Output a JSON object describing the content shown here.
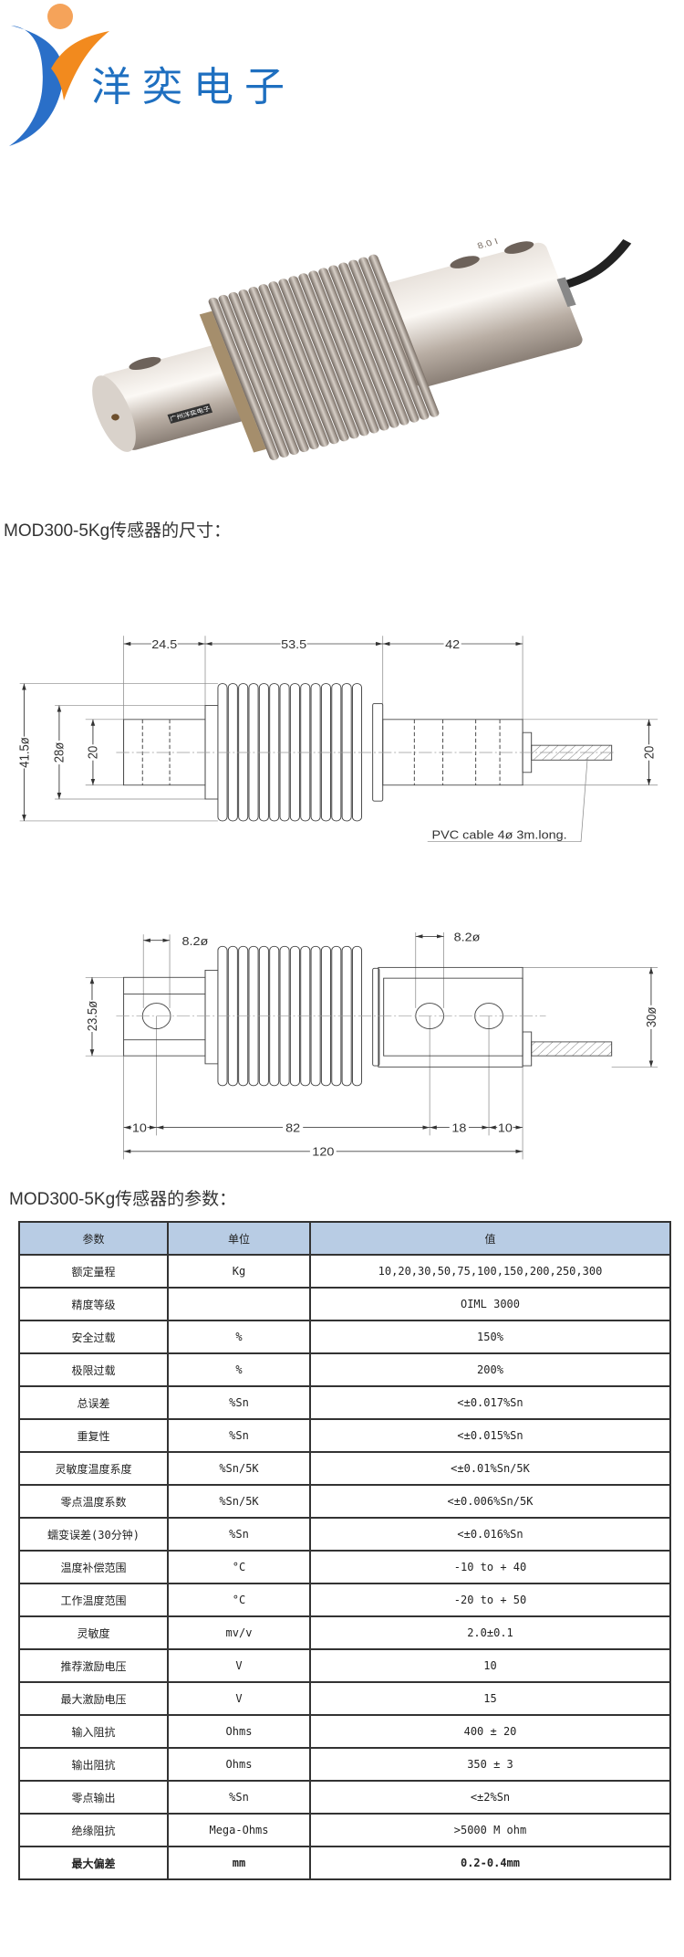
{
  "logo": {
    "company_name": "洋奕电子",
    "brand_colors": {
      "blue": "#1e6fc0",
      "orange": "#f28a1e",
      "ball": "#f5a35a"
    }
  },
  "photo": {
    "product_label": "广州洋奕电子",
    "engraving": "8.0 I"
  },
  "sections": {
    "dimensions_title": "MOD300-5Kg传感器的尺寸：",
    "parameters_title": "MOD300-5Kg传感器的参数："
  },
  "drawing_top": {
    "dim_24_5": "24.5",
    "dim_53_5": "53.5",
    "dim_42": "42",
    "dim_41_5": "41.5ø",
    "dim_28": "28ø",
    "dim_20_left": "20",
    "dim_20_right": "20",
    "cable_note": "PVC cable 4ø 3m.long."
  },
  "drawing_bottom": {
    "hole_left": "8.2ø",
    "hole_right": "8.2ø",
    "dim_23_5": "23.5ø",
    "dim_30": "30ø",
    "dim_10_left": "10",
    "dim_82": "82",
    "dim_18": "18",
    "dim_10_right": "10",
    "dim_120": "120"
  },
  "table": {
    "headers": [
      "参数",
      "单位",
      "值"
    ],
    "header_color": "#b8cce4",
    "rows": [
      [
        "额定量程",
        "Kg",
        "10,20,30,50,75,100,150,200,250,300"
      ],
      [
        "精度等级",
        "",
        "OIML 3000"
      ],
      [
        "安全过载",
        "%",
        "150%"
      ],
      [
        "极限过载",
        "%",
        "200%"
      ],
      [
        "总误差",
        "%Sn",
        "<±0.017%Sn"
      ],
      [
        "重复性",
        "%Sn",
        "<±0.015%Sn"
      ],
      [
        "灵敏度温度系度",
        "%Sn/5K",
        "<±0.01%Sn/5K"
      ],
      [
        "零点温度系数",
        "%Sn/5K",
        "<±0.006%Sn/5K"
      ],
      [
        "蠕变误差(30分钟)",
        "%Sn",
        "<±0.016%Sn"
      ],
      [
        "温度补偿范围",
        "°C",
        "-10 to + 40"
      ],
      [
        "工作温度范围",
        "°C",
        "-20 to + 50"
      ],
      [
        "灵敏度",
        "mv/v",
        "2.0±0.1"
      ],
      [
        "推荐激励电压",
        "V",
        "10"
      ],
      [
        "最大激励电压",
        "V",
        "15"
      ],
      [
        "输入阻抗",
        "Ohms",
        "400 ± 20"
      ],
      [
        "输出阻抗",
        "Ohms",
        "350 ± 3"
      ],
      [
        "零点输出",
        "%Sn",
        "<±2%Sn"
      ],
      [
        "绝缘阻抗",
        "Mega-Ohms",
        ">5000 M ohm"
      ],
      [
        "最大偏差",
        "mm",
        "0.2-0.4mm"
      ]
    ]
  }
}
